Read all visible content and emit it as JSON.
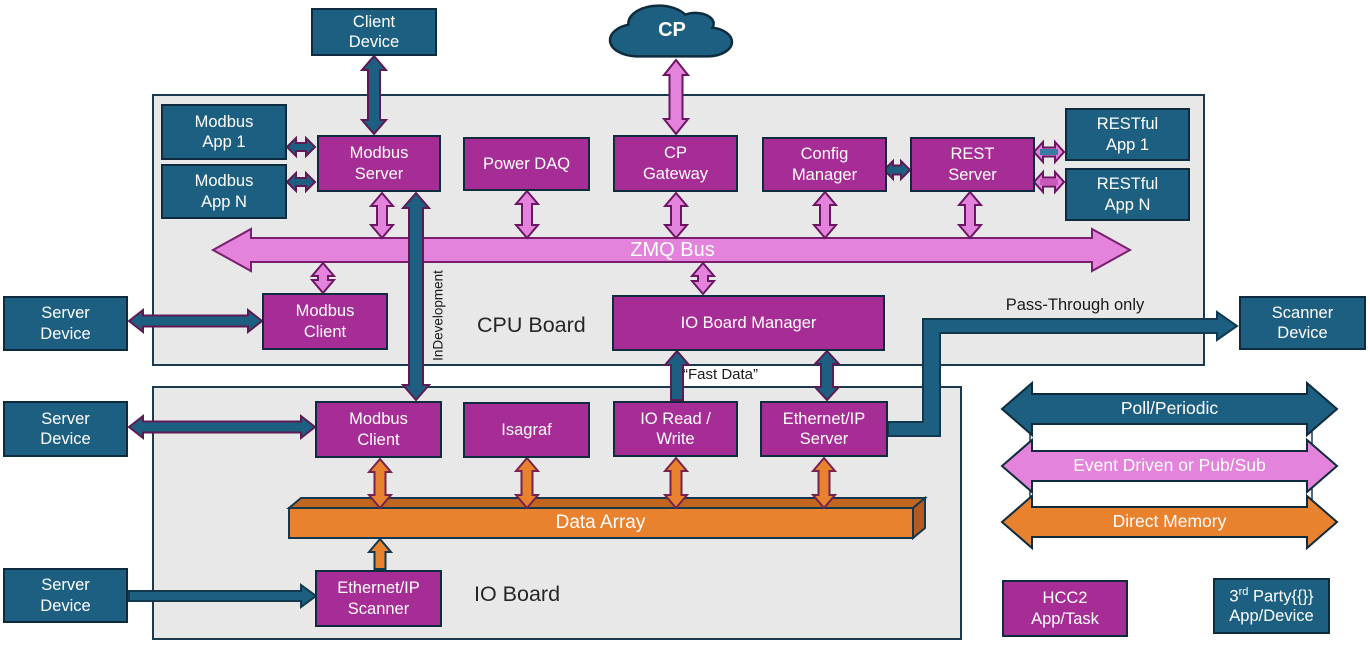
{
  "colors": {
    "teal_box": "#1D5F80",
    "magenta_box": "#A62D96",
    "pink_arrow": "#E383DB",
    "orange": "#E9822E",
    "panel_gray": "#E9E8E8",
    "outline_navy": "#0F2C3E",
    "arrow_outline_purple": "#6B1563"
  },
  "nodes": {
    "client_device": "Client\nDevice",
    "cp_cloud": "CP",
    "modbus_app_1": "Modbus\nApp 1",
    "modbus_app_n": "Modbus\nApp N",
    "modbus_server": "Modbus\nServer",
    "power_daq": "Power DAQ",
    "cp_gateway": "CP\nGateway",
    "config_manager": "Config\nManager",
    "rest_server": "REST\nServer",
    "restful_app_1": "RESTful\nApp 1",
    "restful_app_n": "RESTful\nApp N",
    "server_device_1": "Server\nDevice",
    "server_device_2": "Server\nDevice",
    "server_device_3": "Server\nDevice",
    "modbus_client_cpu": "Modbus\nClient",
    "io_board_manager": "IO Board Manager",
    "scanner_device": "Scanner\nDevice",
    "modbus_client_io": "Modbus\nClient",
    "isagraf": "Isagraf",
    "io_read_write": "IO Read /\nWrite",
    "ethernet_ip_server": "Ethernet/IP\nServer",
    "data_array": "Data Array",
    "ethernet_ip_scanner": "Ethernet/IP\nScanner"
  },
  "labels": {
    "cpu_board": "CPU Board",
    "io_board": "IO Board",
    "zmq_bus": "ZMQ Bus",
    "in_development": "InDevelopment",
    "fast_data": "“Fast Data”",
    "pass_through": "Pass-Through only"
  },
  "legend": {
    "poll": "Poll/Periodic",
    "event": "Event Driven or Pub/Sub",
    "direct": "Direct Memory",
    "hcc2": "HCC2\nApp/Task",
    "third_party": {
      "num": "3",
      "ord": "rd",
      "party": " Party",
      "line2": "App/Device"
    }
  }
}
